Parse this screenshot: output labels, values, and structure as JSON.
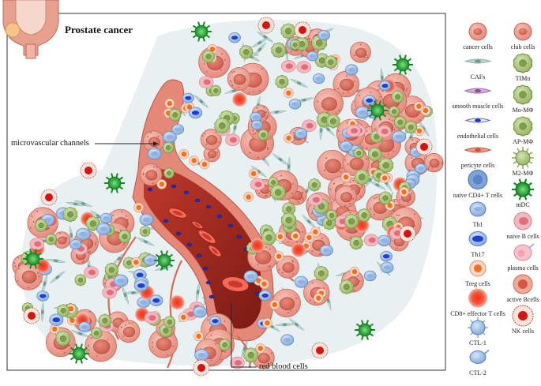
{
  "diagram": {
    "title": "Prostate cancer",
    "callouts": {
      "microvascular": "microvascular channels",
      "rbc": "red blood cells"
    }
  },
  "legend": {
    "left": [
      {
        "label": "cancer cells",
        "icon": "cancer-cell-icon",
        "color": "#e8968a"
      },
      {
        "label": "CAFs",
        "icon": "caf-icon",
        "color": "#b8d4d0"
      },
      {
        "label": "smooth muscle cells",
        "icon": "smooth-muscle-icon",
        "color": "#c08fc7"
      },
      {
        "label": "endothelial cells",
        "icon": "endothelial-icon",
        "color": "#2a3fd0"
      },
      {
        "label": "pericyte cells",
        "icon": "pericyte-icon",
        "color": "#e47a62"
      },
      {
        "label": "naive CD4+ T cells",
        "icon": "naive-t-icon",
        "color": "#6f9bd6"
      },
      {
        "label": "Th1",
        "icon": "th1-icon",
        "color": "#9ec0ea"
      },
      {
        "label": "Th17",
        "icon": "th17-icon",
        "color": "#2945d6"
      },
      {
        "label": "Treg cells",
        "icon": "treg-icon",
        "color": "#f07a3a"
      },
      {
        "label": "CD8+ effector T cells",
        "icon": "cd8-icon",
        "color": "#e02a1a"
      },
      {
        "label": "CTL-1",
        "icon": "ctl1-icon",
        "color": "#6f9bd6"
      },
      {
        "label": "CTL-2",
        "icon": "ctl2-icon",
        "color": "#9ec0ea"
      }
    ],
    "right": [
      {
        "label": "club cells",
        "icon": "club-cell-icon",
        "color": "#e8968a"
      },
      {
        "label": "TIMo",
        "icon": "timo-icon",
        "color": "#a7c57a"
      },
      {
        "label": "Mo-MΦ",
        "icon": "mo-macrophage-icon",
        "color": "#9dbb6b"
      },
      {
        "label": "AP-MΦ",
        "icon": "ap-macrophage-icon",
        "color": "#a8c880"
      },
      {
        "label": "M2-MΦ",
        "icon": "m2-macrophage-icon",
        "color": "#a8c47a"
      },
      {
        "label": "mDC",
        "icon": "mdc-icon",
        "color": "#1d9a2a"
      },
      {
        "label": "naive B cells",
        "icon": "naive-b-icon",
        "color": "#f1a0a6"
      },
      {
        "label": "plasma cells",
        "icon": "plasma-cell-icon",
        "color": "#f4a8b6"
      },
      {
        "label": "active Bcells",
        "icon": "active-b-icon",
        "color": "#ef9a8e"
      },
      {
        "label": "NK cells",
        "icon": "nk-cell-icon",
        "color": "#d81818"
      }
    ]
  }
}
